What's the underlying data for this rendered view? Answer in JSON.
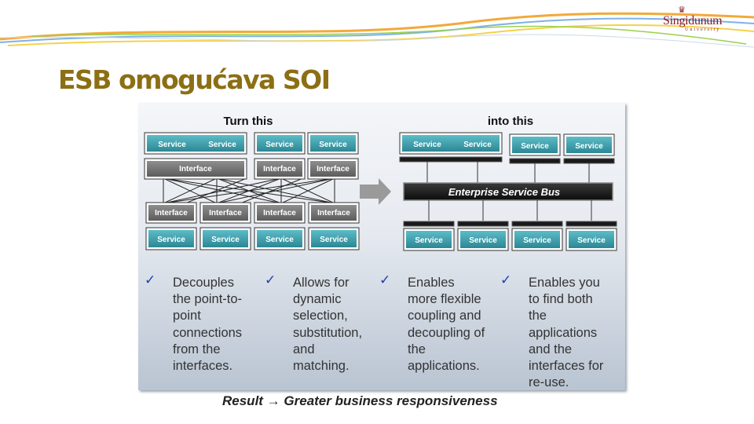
{
  "slide": {
    "title": "ESB omogućava SOI",
    "logo": {
      "name": "Singidunum",
      "sub": "University"
    }
  },
  "diagram": {
    "left_heading": "Turn this",
    "right_heading": "into this",
    "service_label": "Service",
    "interface_label": "Interface",
    "bus_label": "Enterprise Service Bus",
    "colors": {
      "service": "#3a9aa6",
      "interface": "#707070",
      "bus": "#1a1a1a",
      "arrow": "#9a9a9a"
    }
  },
  "bullets": [
    {
      "icon": "checkmark-icon",
      "text": "Decouples\nthe point-to-\npoint\nconnections\nfrom the\ninterfaces."
    },
    {
      "icon": "checkmark-icon",
      "text": "Allows for\ndynamic\nselection,\nsubstitution,\nand\nmatching."
    },
    {
      "icon": "checkmark-icon",
      "text": "Enables\nmore flexible\ncoupling and\ndecoupling of\nthe\napplications."
    },
    {
      "icon": "checkmark-icon",
      "text": "Enables you\nto find both\nthe\napplications\nand the\ninterfaces for\nre-use."
    }
  ],
  "result": "Result → Greater business responsiveness"
}
